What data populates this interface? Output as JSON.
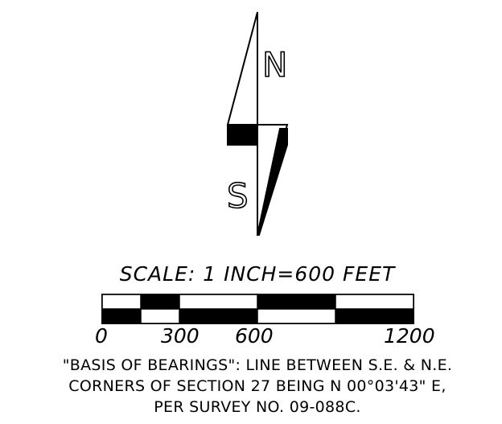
{
  "north_arrow": {
    "north_letter": "N",
    "south_letter": "S"
  },
  "scale": {
    "title": "SCALE: 1 INCH=600 FEET",
    "ticks": [
      "0",
      "300",
      "600",
      "1200"
    ],
    "bar_colors": [
      "#000000",
      "#ffffff"
    ]
  },
  "note": {
    "line1": "\"BASIS OF BEARINGS\": LINE BETWEEN S.E. & N.E.",
    "line2": "CORNERS OF SECTION 27 BEING N 00°03'43\" E,",
    "line3": "PER SURVEY NO. 09-088C."
  }
}
